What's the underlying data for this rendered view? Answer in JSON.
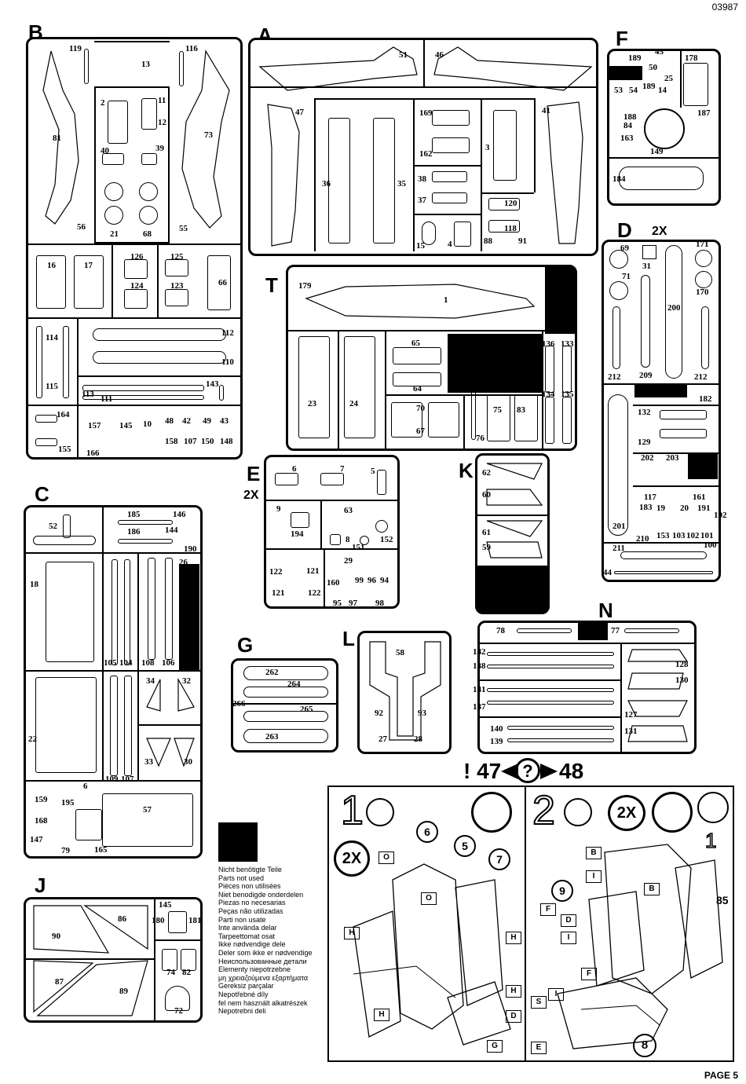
{
  "doc": {
    "code": "03987",
    "page": "PAGE 5"
  },
  "sprues": {
    "B": {
      "letter": "B",
      "parts": [
        "119",
        "13",
        "116",
        "81",
        "73",
        "2",
        "11",
        "12",
        "40",
        "39",
        "21",
        "68",
        "56",
        "55",
        "16",
        "17",
        "126",
        "125",
        "124",
        "123",
        "66",
        "114",
        "112",
        "110",
        "115",
        "143",
        "113",
        "111",
        "164",
        "157",
        "145",
        "10",
        "48",
        "42",
        "49",
        "43",
        "155",
        "166",
        "158",
        "107",
        "150",
        "148"
      ]
    },
    "A": {
      "letter": "A",
      "parts": [
        "51",
        "46",
        "47",
        "169",
        "162",
        "3",
        "41",
        "36",
        "35",
        "38",
        "37",
        "120",
        "118",
        "15",
        "4",
        "88",
        "91"
      ]
    },
    "F": {
      "letter": "F",
      "parts": [
        "189",
        "45",
        "50",
        "25",
        "178",
        "53",
        "54",
        "189",
        "14",
        "188",
        "84",
        "187",
        "163",
        "149",
        "184"
      ]
    },
    "D": {
      "letter": "D",
      "mult": "2X",
      "parts": [
        "69",
        "31",
        "171",
        "71",
        "170",
        "200",
        "212",
        "209",
        "212",
        "182",
        "132",
        "129",
        "202",
        "203",
        "117",
        "161",
        "183",
        "19",
        "20",
        "191",
        "192",
        "201",
        "210",
        "153",
        "103",
        "102",
        "101",
        "100",
        "211",
        "44"
      ]
    },
    "T": {
      "letter": "T",
      "parts": [
        "179",
        "1",
        "65",
        "136",
        "133",
        "23",
        "24",
        "64",
        "134",
        "135",
        "70",
        "67",
        "75",
        "83",
        "76"
      ]
    },
    "E": {
      "letter": "E",
      "mult": "2X",
      "parts": [
        "6",
        "7",
        "5",
        "9",
        "63",
        "194",
        "8",
        "152",
        "151",
        "29",
        "122",
        "121",
        "160",
        "99",
        "96",
        "94",
        "121",
        "122",
        "95",
        "97",
        "98"
      ]
    },
    "K": {
      "letter": "K",
      "parts": [
        "62",
        "60",
        "61",
        "59"
      ]
    },
    "C": {
      "letter": "C",
      "parts": [
        "52",
        "185",
        "146",
        "186",
        "144",
        "190",
        "26",
        "18",
        "105",
        "104",
        "108",
        "106",
        "34",
        "32",
        "22",
        "33",
        "30",
        "109",
        "107",
        "159",
        "6",
        "195",
        "57",
        "168",
        "147",
        "79",
        "165"
      ]
    },
    "G": {
      "letter": "G",
      "parts": [
        "262",
        "264",
        "266",
        "265",
        "263"
      ]
    },
    "L": {
      "letter": "L",
      "parts": [
        "58",
        "92",
        "93",
        "27",
        "28"
      ]
    },
    "N": {
      "letter": "N",
      "parts": [
        "78",
        "77",
        "142",
        "138",
        "128",
        "130",
        "141",
        "137",
        "127",
        "140",
        "139",
        "131"
      ]
    },
    "J": {
      "letter": "J",
      "parts": [
        "145",
        "86",
        "180",
        "181",
        "90",
        "87",
        "89",
        "74",
        "82",
        "72"
      ]
    }
  },
  "legend": {
    "lines": [
      "Nicht benötigte Teile",
      "Parts not used",
      "Pièces non utilisées",
      "Niet benodigde onderdelen",
      "Piezas no necesarias",
      "Peças não utilizadas",
      "Parti non usate",
      "Inte använda delar",
      "Tarpeettomat osat",
      "Ikke nødvendige dele",
      "Deler som ikke er nødvendige",
      "Неиспользованные детали",
      "Elementy niepotrzebne",
      "μη χρειαζούμενα εξαρτήματα",
      "Gereksiz parçalar",
      "Nepotřebné díly",
      "fel nem használt alkatrészek",
      "Nepotrebni deli"
    ]
  },
  "nav": {
    "left": "! 47",
    "icon": "?",
    "right": "48"
  },
  "steps": [
    {
      "number": "1",
      "mult": "2X",
      "callouts": [
        "6",
        "5",
        "7",
        "O",
        "O",
        "H",
        "H",
        "H",
        "H",
        "D",
        "G"
      ]
    },
    {
      "number": "2",
      "mult": "2X",
      "callouts": [
        "B",
        "I",
        "B",
        "9",
        "F",
        "D",
        "I",
        "85",
        "1",
        "F",
        "S",
        "I",
        "E",
        "8"
      ]
    }
  ]
}
